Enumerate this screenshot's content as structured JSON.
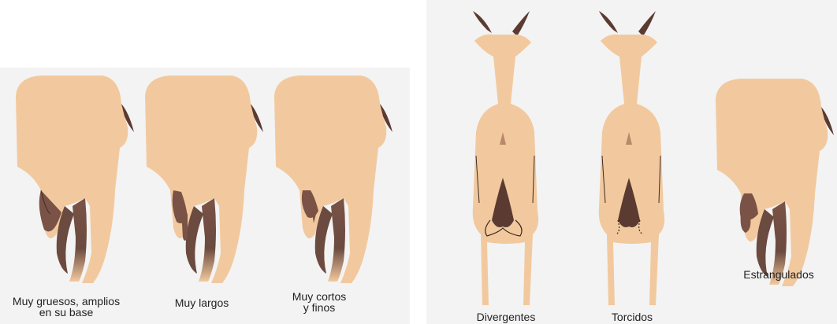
{
  "colors": {
    "body": "#f2c99e",
    "body_shadow": "#e2b387",
    "dark": "#5a3a31",
    "udder": "#7a5346",
    "line": "#3b2a24",
    "panel": "#f3f3f3"
  },
  "rear_view_icons": [
    "goat-hindquarter-side-view",
    "goat-rear-view"
  ],
  "left_panel": {
    "figures": [
      {
        "caption": "Muy gruesos, amplios\nen su base"
      },
      {
        "caption": "Muy largos"
      },
      {
        "caption": "Muy cortos\ny finos"
      }
    ]
  },
  "right_panel": {
    "figures": [
      {
        "caption": "Divergentes"
      },
      {
        "caption": "Torcidos"
      },
      {
        "caption": "Estrangulados"
      }
    ]
  }
}
